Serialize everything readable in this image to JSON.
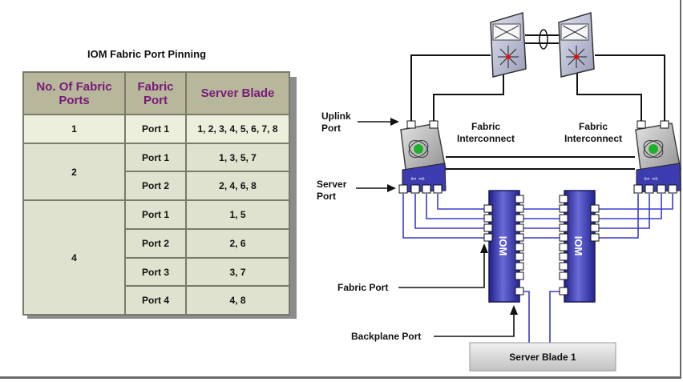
{
  "table": {
    "title": "IOM Fabric Port Pinning",
    "headers": [
      "No. Of Fabric Ports",
      "Fabric Port",
      "Server Blade"
    ],
    "groups": [
      {
        "count": "1",
        "rows": [
          {
            "port": "Port 1",
            "blades": "1, 2, 3, 4, 5, 6, 7, 8"
          }
        ]
      },
      {
        "count": "2",
        "rows": [
          {
            "port": "Port 1",
            "blades": "1, 3, 5, 7"
          },
          {
            "port": "Port 2",
            "blades": "2, 4, 6, 8"
          }
        ]
      },
      {
        "count": "4",
        "rows": [
          {
            "port": "Port 1",
            "blades": "1, 5"
          },
          {
            "port": "Port 2",
            "blades": "2, 6"
          },
          {
            "port": "Port 3",
            "blades": "3, 7"
          },
          {
            "port": "Port 4",
            "blades": "4, 8"
          }
        ]
      }
    ]
  },
  "diagram": {
    "uplink_port_label": [
      "Uplink",
      "Port"
    ],
    "server_port_label": [
      "Server",
      "Port"
    ],
    "fabric_port_label": "Fabric Port",
    "backplane_port_label": "Backplane Port",
    "fi_left_label": [
      "Fabric",
      "Interconnect"
    ],
    "fi_right_label": [
      "Fabric",
      "Interconnect"
    ],
    "iom_label": "IOM",
    "server_blade_label": "Server Blade 1",
    "colors": {
      "header_text": "#7a1a78",
      "table_header_bg": "#b6b79b",
      "table_body_bg": "#dfe2cf",
      "iom": "#3a3ab0",
      "blue_link": "#3a3acd"
    }
  }
}
